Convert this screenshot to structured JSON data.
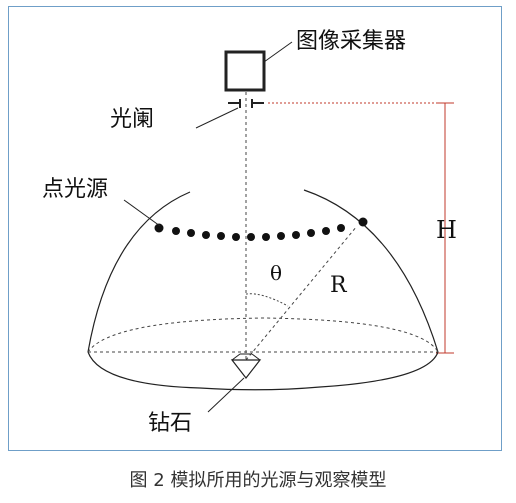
{
  "labels": {
    "image_collector": "图像采集器",
    "aperture": "光阑",
    "point_light_source": "点光源",
    "diamond": "钻石",
    "height": "H",
    "radius": "R",
    "angle": "θ"
  },
  "caption": "图 2  模拟所用的光源与观察模型",
  "colors": {
    "frame": "#6f9fc8",
    "height_marker": "#c0392b",
    "line": "#222222"
  }
}
